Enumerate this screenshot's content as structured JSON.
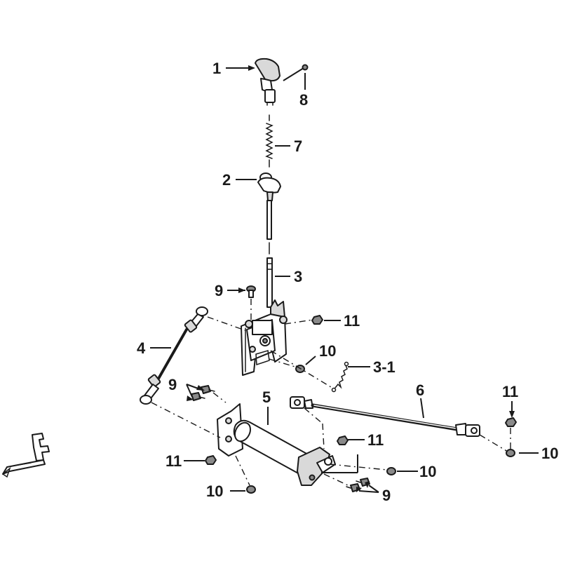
{
  "diagram": {
    "callouts": {
      "c1": "1",
      "c2": "2",
      "c3": "3",
      "c3_1": "3-1",
      "c4": "4",
      "c5": "5",
      "c6": "6",
      "c7": "7",
      "c8": "8",
      "c9a": "9",
      "c9b": "9",
      "c9c": "9",
      "c10a": "10",
      "c10b": "10",
      "c10c": "10",
      "c10d": "10",
      "c11a": "11",
      "c11b": "11",
      "c11c": "11",
      "c11d": "11"
    },
    "front_marker": "F"
  }
}
